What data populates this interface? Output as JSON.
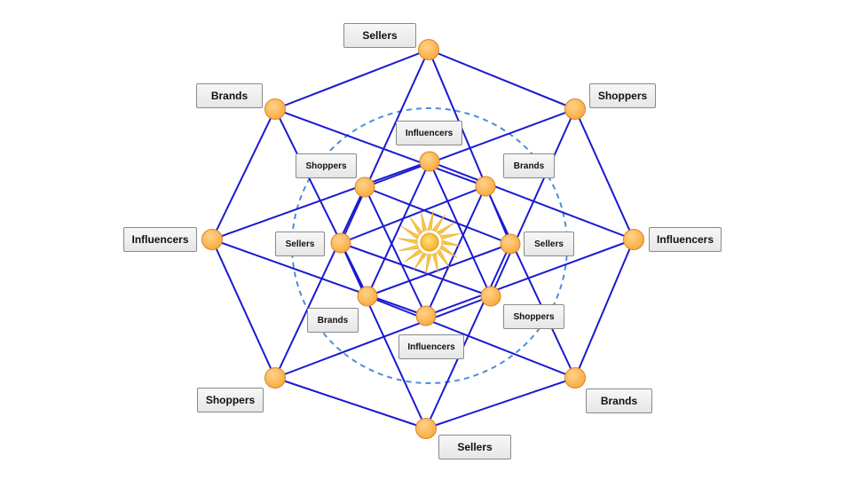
{
  "diagram": {
    "colors": {
      "edge": "#1a1ad0",
      "node_fill": "#f7a93a",
      "node_stroke": "#d9822b",
      "ring": "#4a8fd6",
      "sun_rays": "#f6c84a",
      "sun_core": "#f2a91e"
    },
    "center_icon": "sun-icon",
    "outer_labels": [
      "Sellers",
      "Shoppers",
      "Influencers",
      "Brands",
      "Sellers",
      "Shoppers",
      "Influencers",
      "Brands"
    ],
    "inner_labels": [
      "Influencers",
      "Brands",
      "Sellers",
      "Shoppers",
      "Influencers",
      "Brands",
      "Sellers",
      "Shoppers"
    ]
  }
}
